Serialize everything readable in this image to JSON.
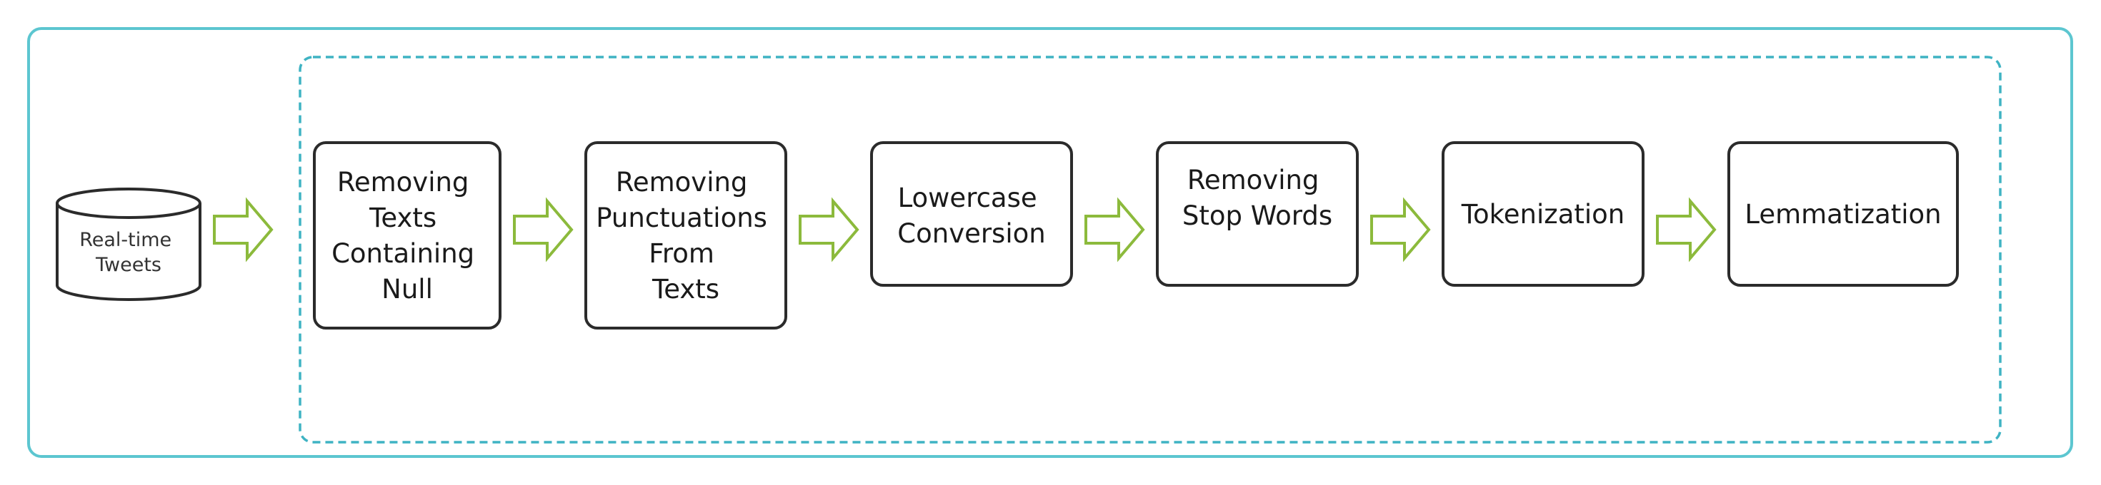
{
  "source": {
    "icon": "database-cylinder-icon",
    "label_lines": [
      "Real-time",
      "Tweets"
    ]
  },
  "steps": [
    {
      "id": "remove-null",
      "label_lines": [
        "Removing",
        "Texts",
        "Containing",
        "Null"
      ]
    },
    {
      "id": "remove-punctuation",
      "label_lines": [
        "Removing",
        "Punctuations",
        "From",
        "Texts"
      ]
    },
    {
      "id": "lowercase",
      "label_lines": [
        "Lowercase",
        "Conversion"
      ]
    },
    {
      "id": "stop-words",
      "label_lines": [
        "Removing",
        "Stop Words"
      ]
    },
    {
      "id": "tokenization",
      "label_lines": [
        "Tokenization"
      ]
    },
    {
      "id": "lemmatization",
      "label_lines": [
        "Lemmatization"
      ]
    }
  ],
  "colors": {
    "outer_border": "#5cc6d0",
    "inner_dashed_border": "#3fb3c3",
    "arrow": "#8cba3c",
    "box_border": "#2b2b2b",
    "text": "#1a1a1a"
  }
}
